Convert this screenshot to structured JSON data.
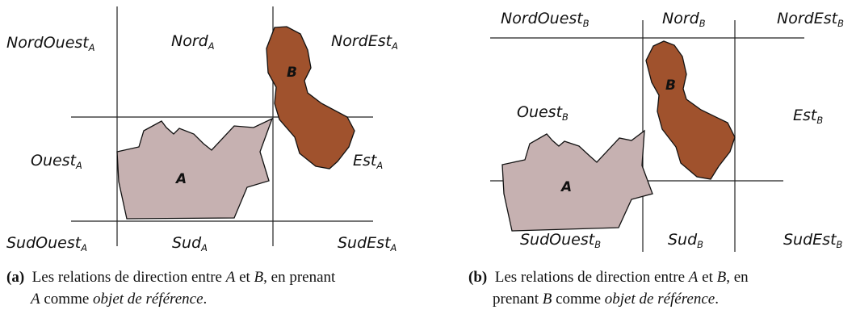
{
  "panel_a": {
    "regions": {
      "northwest": {
        "base": "NordOuest",
        "sub": "A"
      },
      "north": {
        "base": "Nord",
        "sub": "A"
      },
      "northeast": {
        "base": "NordEst",
        "sub": "A"
      },
      "west": {
        "base": "Ouest",
        "sub": "A"
      },
      "east": {
        "base": "Est",
        "sub": "A"
      },
      "southwest": {
        "base": "SudOuest",
        "sub": "A"
      },
      "south": {
        "base": "Sud",
        "sub": "A"
      },
      "southeast": {
        "base": "SudEst",
        "sub": "A"
      }
    },
    "object_a": "A",
    "object_b": "B",
    "caption": {
      "tag": "(a)",
      "line1": "Les relations de direction entre ",
      "var1": "A",
      "and": " et ",
      "var2": "B",
      "line1_end": ", en prenant",
      "line2_var": "A",
      "line2_text": " comme ",
      "line2_italic": "objet de référence",
      "line2_end": "."
    }
  },
  "panel_b": {
    "regions": {
      "northwest": {
        "base": "NordOuest",
        "sub": "B"
      },
      "north": {
        "base": "Nord",
        "sub": "B"
      },
      "northeast": {
        "base": "NordEst",
        "sub": "B"
      },
      "west": {
        "base": "Ouest",
        "sub": "B"
      },
      "east": {
        "base": "Est",
        "sub": "B"
      },
      "southwest": {
        "base": "SudOuest",
        "sub": "B"
      },
      "south": {
        "base": "Sud",
        "sub": "B"
      },
      "southeast": {
        "base": "SudEst",
        "sub": "B"
      }
    },
    "object_a": "A",
    "object_b": "B",
    "caption": {
      "tag": "(b)",
      "line1": "Les relations de direction entre ",
      "var1": "A",
      "and": " et ",
      "var2": "B",
      "line1_end": ", en",
      "line2_a": "prenant ",
      "line2_var": "B",
      "line2_text": " comme ",
      "line2_italic": "objet de référence",
      "line2_end": "."
    }
  },
  "colors": {
    "object_a_fill": "#c6b1b1",
    "object_b_fill": "#a0522d",
    "outline": "#111111"
  }
}
